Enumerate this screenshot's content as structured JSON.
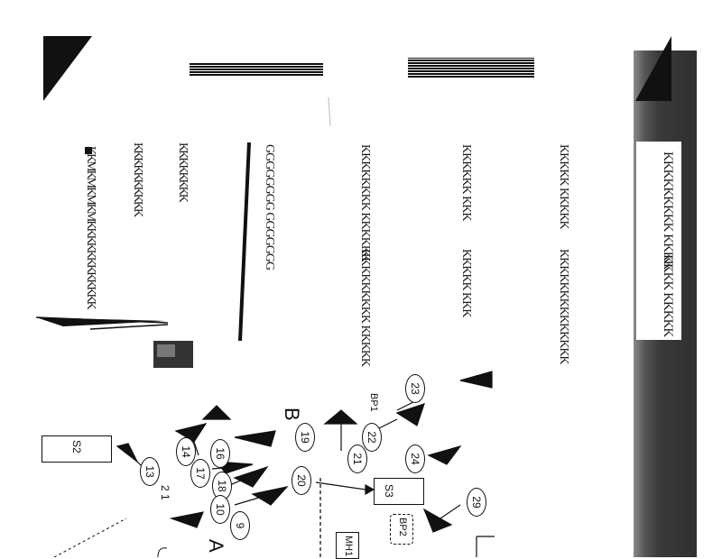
{
  "notes": {
    "line1": "KKMKMKMKMKKKKKKKKKKKK",
    "line2": "KKKKKKKKKK",
    "line3": "KKKKKKKK"
  },
  "parts_list": {
    "col1": [
      "GGGGGGGG GGGGGGG",
      "KKKKKKKK KKKKKK",
      "KKKKKK KKK",
      "KKKKK KKKKK"
    ],
    "col2": [
      "KKKKKKKKK KKKKK",
      "KKKKK KKK",
      "KKKKKKKKKKKKKK"
    ]
  },
  "right_panel": {
    "label_top": "KKKKKKKKK KKKK",
    "label_bottom": "KKKK KKKKK"
  },
  "diagram": {
    "section_a": "A",
    "section_b": "B",
    "callouts": [
      "23",
      "22",
      "19",
      "21",
      "24",
      "20",
      "16",
      "14",
      "17",
      "18",
      "13",
      "10",
      "9",
      "29"
    ],
    "boxes": {
      "s1": "S2",
      "s2": "S3",
      "mh": "MH1"
    },
    "bp_labels": {
      "bp1": "BP1",
      "bp2": "BP2"
    },
    "small_nums": "2 1"
  },
  "colors": {
    "ink": "#111111",
    "scan_dark": "#3a3a3a"
  }
}
